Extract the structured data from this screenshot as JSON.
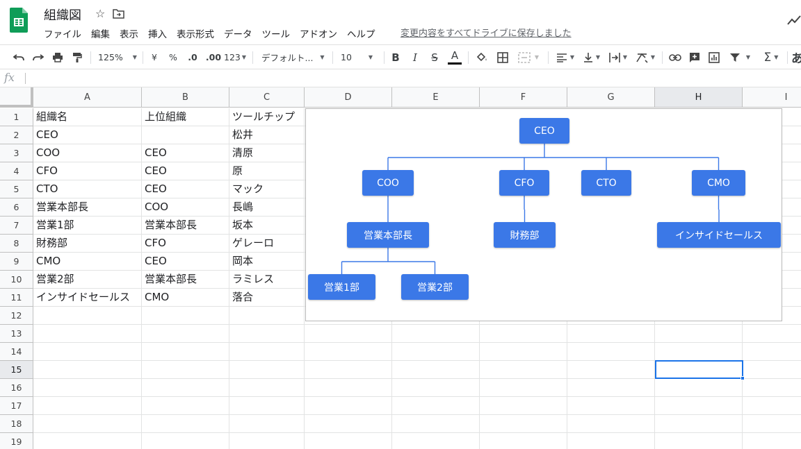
{
  "app": {
    "doc_title": "組織図",
    "save_status": "変更内容をすべてドライブに保存しました",
    "menu": [
      "ファイル",
      "編集",
      "表示",
      "挿入",
      "表示形式",
      "データ",
      "ツール",
      "アドオン",
      "ヘルプ"
    ]
  },
  "toolbar": {
    "zoom": "125%",
    "currency": "¥",
    "percent": "%",
    "decimal_decrease": ".0",
    "decimal_increase": ".00",
    "more_formats": "123",
    "font": "デフォルト...",
    "font_size": "10",
    "bold": "B",
    "italic": "I",
    "strike": "S",
    "text_color": "A",
    "overflow_glyph": "あ"
  },
  "formula_bar": {
    "fx": "fx",
    "content": ""
  },
  "columns": [
    "A",
    "B",
    "C",
    "D",
    "E",
    "F",
    "G",
    "H",
    "I"
  ],
  "active_column": "H",
  "rows": [
    "1",
    "2",
    "3",
    "4",
    "5",
    "6",
    "7",
    "8",
    "9",
    "10",
    "11",
    "12",
    "13",
    "14",
    "15",
    "16",
    "17",
    "18",
    "19"
  ],
  "active_row": "15",
  "sheet": [
    [
      "組織名",
      "上位組織",
      "ツールチップ"
    ],
    [
      "CEO",
      "",
      "松井"
    ],
    [
      "COO",
      "CEO",
      "清原"
    ],
    [
      "CFO",
      "CEO",
      "原"
    ],
    [
      "CTO",
      "CEO",
      "マック"
    ],
    [
      "営業本部長",
      "COO",
      "長嶋"
    ],
    [
      "営業1部",
      "営業本部長",
      "坂本"
    ],
    [
      "財務部",
      "CFO",
      "ゲレーロ"
    ],
    [
      "CMO",
      "CEO",
      "岡本"
    ],
    [
      "営業2部",
      "営業本部長",
      "ラミレス"
    ],
    [
      "インサイドセールス",
      "CMO",
      "落合"
    ]
  ],
  "org_chart": {
    "nodes": [
      {
        "id": "ceo",
        "label": "CEO"
      },
      {
        "id": "coo",
        "label": "COO"
      },
      {
        "id": "cfo",
        "label": "CFO"
      },
      {
        "id": "cto",
        "label": "CTO"
      },
      {
        "id": "cmo",
        "label": "CMO"
      },
      {
        "id": "sales-hq",
        "label": "営業本部長"
      },
      {
        "id": "finance",
        "label": "財務部"
      },
      {
        "id": "inside-sales",
        "label": "インサイドセールス"
      },
      {
        "id": "sales1",
        "label": "営業1部"
      },
      {
        "id": "sales2",
        "label": "営業2部"
      }
    ],
    "edges": [
      [
        "ceo",
        "coo"
      ],
      [
        "ceo",
        "cfo"
      ],
      [
        "ceo",
        "cto"
      ],
      [
        "ceo",
        "cmo"
      ],
      [
        "coo",
        "sales-hq"
      ],
      [
        "cfo",
        "finance"
      ],
      [
        "cmo",
        "inside-sales"
      ],
      [
        "sales-hq",
        "sales1"
      ],
      [
        "sales-hq",
        "sales2"
      ]
    ],
    "colors": {
      "node": "#3b78e7",
      "edge": "#3b78e7",
      "text": "#ffffff"
    }
  },
  "colors": {
    "accent": "#1a73e8",
    "logo": "#0f9d58"
  }
}
